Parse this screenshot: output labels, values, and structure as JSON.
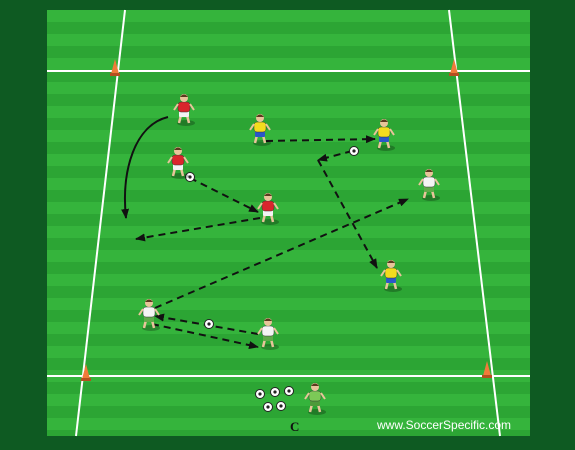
{
  "labels": {
    "coach": "C",
    "watermark": "www.SoccerSpecific.com"
  },
  "colors": {
    "border": "#0e5a22",
    "grass_light": "#35b43c",
    "grass_dark": "#2ca534",
    "line": "#ffffff",
    "cone": "#f07b3a",
    "red_team": "#d9262c",
    "yellow_team": "#f2dc1e",
    "white_team": "#f4f4f4",
    "coach": "#7cc957",
    "arrow": "#111111"
  },
  "players": [
    {
      "id": "red-1",
      "team": "red"
    },
    {
      "id": "red-2",
      "team": "red"
    },
    {
      "id": "red-3",
      "team": "red"
    },
    {
      "id": "yellow-1",
      "team": "yellow"
    },
    {
      "id": "yellow-2",
      "team": "yellow"
    },
    {
      "id": "yellow-3",
      "team": "yellow"
    },
    {
      "id": "white-1",
      "team": "white"
    },
    {
      "id": "white-2",
      "team": "white"
    },
    {
      "id": "white-3",
      "team": "white"
    },
    {
      "id": "coach",
      "team": "coach"
    }
  ]
}
